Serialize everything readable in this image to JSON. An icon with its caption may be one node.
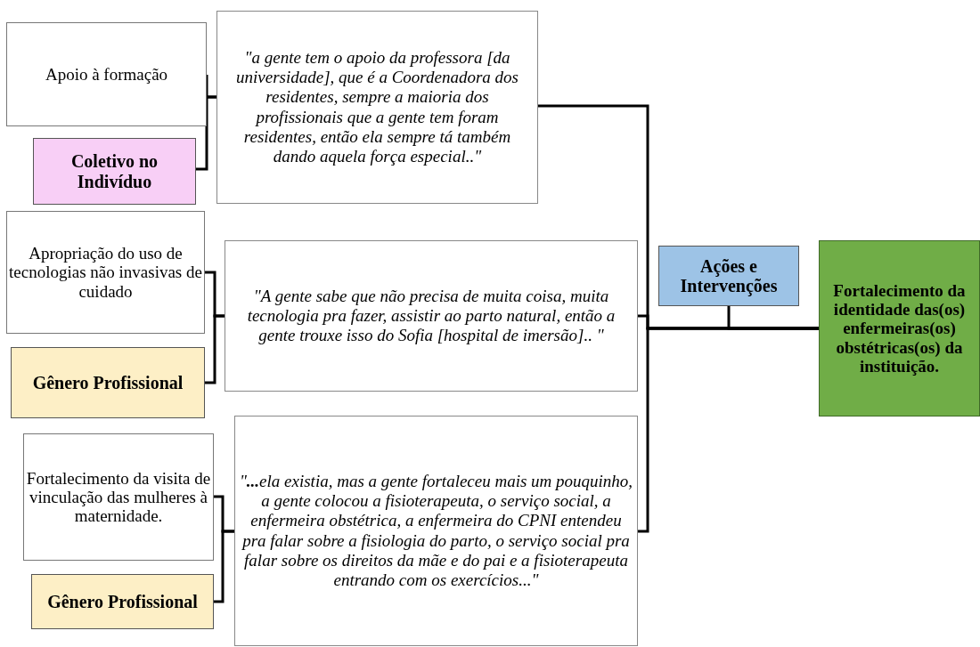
{
  "diagram": {
    "nodes": [
      {
        "text": [
          "Apoio à formação"
        ]
      },
      {
        "text": [
          "Coletivo no Indivíduo"
        ]
      },
      {
        "text": [
          "\"a gente tem o apoio da professora [da universidade], que é a Coordenadora dos residentes, sempre a maioria dos profissionais que a gente tem foram residentes, então ela sempre tá também dando aquela força especial..\""
        ]
      },
      {
        "text": [
          "Apropriação do uso de tecnologias não invasivas de cuidado"
        ]
      },
      {
        "text": [
          "Gênero Profissional"
        ]
      },
      {
        "text": [
          "\"A gente sabe que não precisa de muita coisa, muita tecnologia pra fazer, assistir ao parto natural, então a gente trouxe isso do Sofia [hospital de imersão].. \""
        ]
      },
      {
        "text": [
          "Fortalecimento da visita de vinculação das mulheres à maternidade."
        ]
      },
      {
        "text": [
          "Gênero Profissional"
        ]
      },
      {
        "text": [
          "\"**...**ela existia, mas a gente fortaleceu mais um pouquinho, a gente colocou a fisioterapeuta, o serviço social, a enfermeira obstétrica, a enfermeira do CPNI entendeu pra falar sobre a fisiologia do parto, o serviço social pra falar sobre os direitos da mãe e do pai e a fisioterapeuta entrando com os exercícios...\""
        ]
      },
      {
        "text": [
          "Ações e Intervenções"
        ]
      },
      {
        "text": [
          "Fortalecimento da identidade das(os) enfermeiras(os) obstétricas(os) da instituição."
        ]
      }
    ],
    "edges": [
      {
        "from": 0,
        "to": 2,
        "arrow": "none"
      },
      {
        "from": 1,
        "to": 2,
        "arrow": "none"
      },
      {
        "from": 3,
        "to": 5,
        "arrow": "none"
      },
      {
        "from": 4,
        "to": 5,
        "arrow": "none"
      },
      {
        "from": 6,
        "to": 8,
        "arrow": "none"
      },
      {
        "from": 7,
        "to": 8,
        "arrow": "none"
      },
      {
        "from": 2,
        "to": 10,
        "arrow": "none"
      },
      {
        "from": 5,
        "to": 10,
        "arrow": "none"
      },
      {
        "from": 8,
        "to": 10,
        "arrow": "none"
      },
      {
        "from": 9,
        "to": 10,
        "arrow": "none"
      }
    ]
  }
}
